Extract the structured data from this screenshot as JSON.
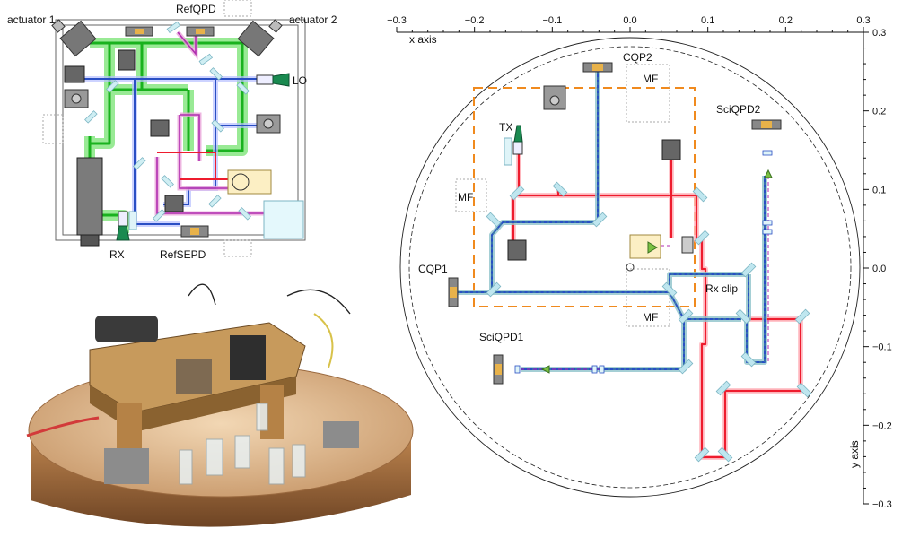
{
  "left_schematic": {
    "labels": {
      "actuator1": "actuator 1",
      "actuator2": "actuator 2",
      "refqpd": "RefQPD",
      "lo": "LO",
      "rx": "RX",
      "refsepd": "RefSEPD"
    }
  },
  "photo": {
    "description_icon": "optical-bench-photo"
  },
  "right_layout": {
    "labels": {
      "cqp2": "CQP2",
      "cqp1": "CQP1",
      "mf_top": "MF",
      "mf_left": "MF",
      "mf_bottom": "MF",
      "tx": "TX",
      "sciqpd1": "SciQPD1",
      "sciqpd2": "SciQPD2",
      "rx_clip": "Rx clip"
    },
    "axes": {
      "x_label": "x axis",
      "y_label": "y axis",
      "x_ticks": [
        "−0.3",
        "−0.2",
        "−0.1",
        "0.0",
        "0.1",
        "0.2",
        "0.3"
      ],
      "y_ticks": [
        "0.3",
        "0.2",
        "0.1",
        "0.0",
        "−0.1",
        "−0.2",
        "−0.3"
      ]
    },
    "colors": {
      "beam_red": "#ee1c2e",
      "beam_blue": "#2a4fc4",
      "beam_teal": "#3f8f9c",
      "beam_green": "#19b21e",
      "mirror": "#bfe6ef",
      "dashed_box": "#f08a1e"
    }
  }
}
